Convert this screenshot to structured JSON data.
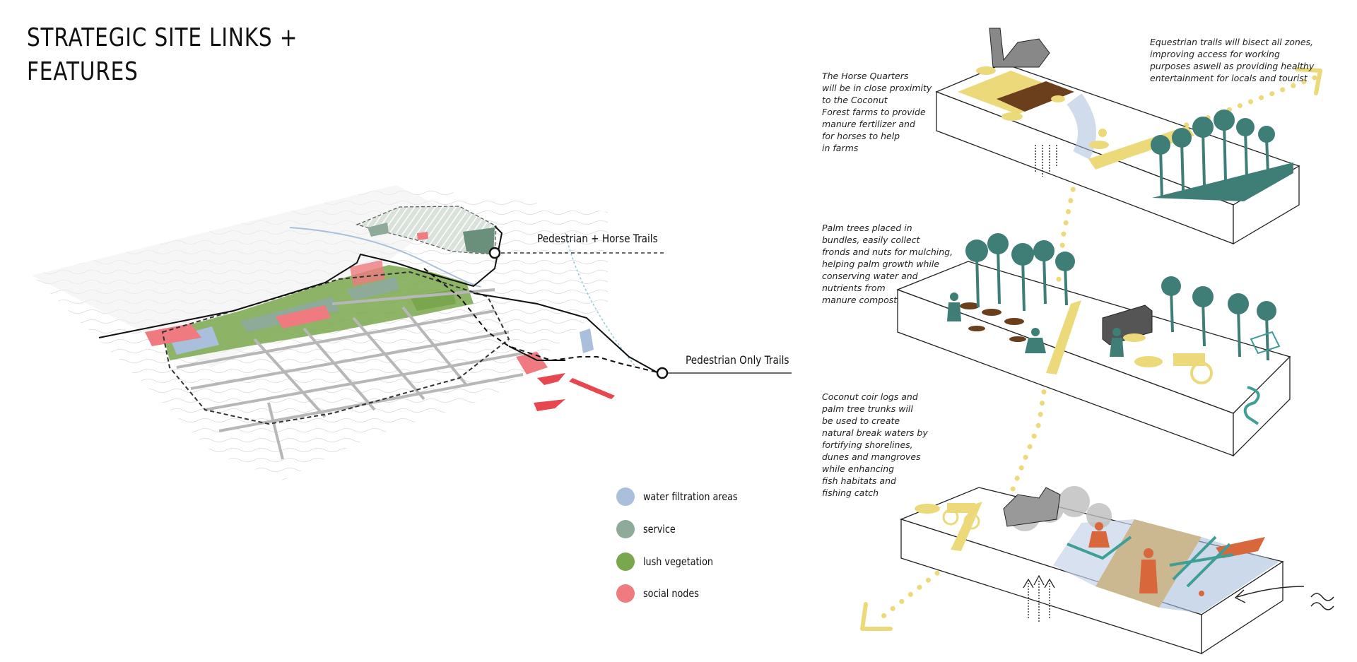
{
  "title": {
    "line1": "STRATEGIC SITE LINKS +",
    "line2": "FEATURES"
  },
  "callouts": {
    "horse_trails": "Pedestrian + Horse Trails",
    "pedestrian_only": "Pedestrian Only Trails"
  },
  "legend": [
    {
      "label": "water filtration areas",
      "color": "#a9bfdc"
    },
    {
      "label": "service",
      "color": "#8eab9a"
    },
    {
      "label": "lush vegetation",
      "color": "#7aa74e"
    },
    {
      "label": "social nodes",
      "color": "#ef7a80"
    }
  ],
  "notes": {
    "horse_quarters": [
      "The Horse Quarters",
      "will be in close proximity",
      "to the Coconut",
      "Forest farms to provide",
      "manure fertilizer and",
      "for horses to help",
      "in farms"
    ],
    "equestrian": [
      "Equestrian trails will bisect all zones,",
      "improving access for working",
      "purposes aswell as providing healthy",
      "entertainment for locals and tourist"
    ],
    "palm_trees": [
      "Palm trees placed in",
      "bundles, easily collect",
      "fronds and nuts for mulching,",
      "helping palm growth while",
      "conserving water and",
      "nutrients from",
      "manure compost"
    ],
    "coconut_coir": [
      "Coconut coir logs and",
      "palm tree trunks will",
      "be used to create",
      "natural break waters by",
      "fortifying shorelines,",
      "dunes and mangroves",
      "while enhancing",
      "fish habitats and",
      "fishing catch"
    ]
  },
  "colors": {
    "trail_yellow": "#ecd97a",
    "teal": "#3f7e76",
    "orange": "#d9673c",
    "brown": "#6b3f1c"
  }
}
